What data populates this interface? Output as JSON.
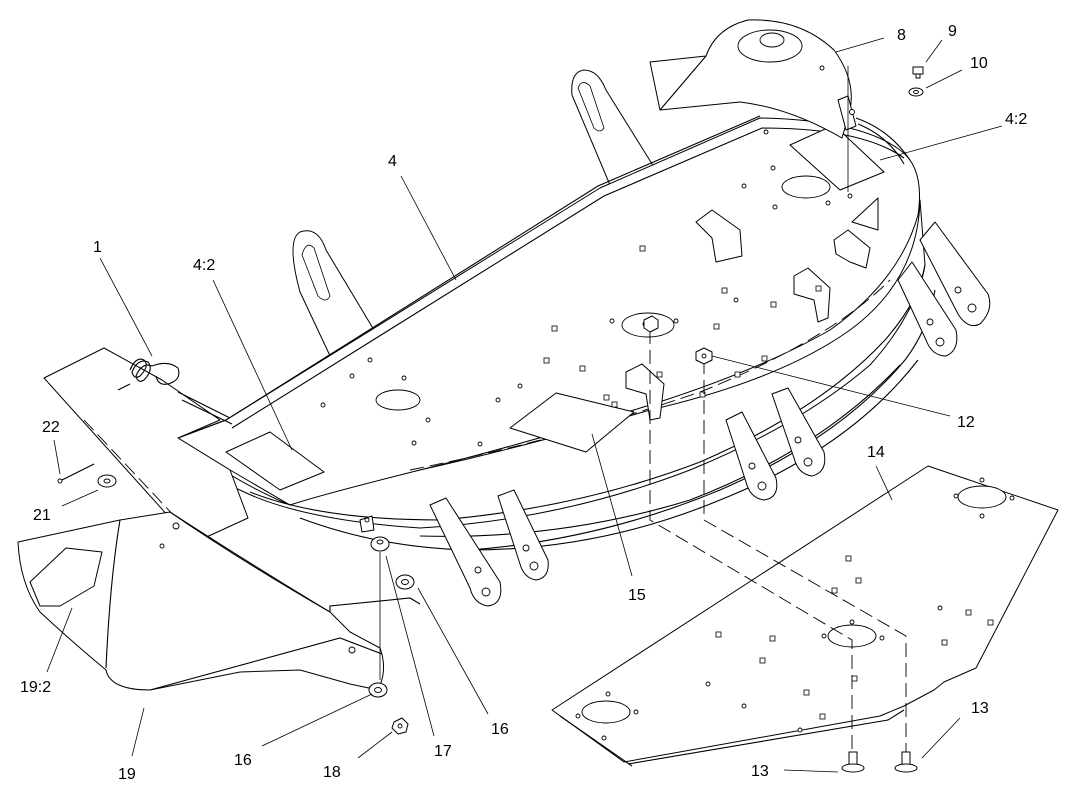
{
  "diagram": {
    "callouts": [
      {
        "id": "c1",
        "text": "1"
      },
      {
        "id": "c4",
        "text": "4"
      },
      {
        "id": "c4_2a",
        "text": "4:2"
      },
      {
        "id": "c4_2b",
        "text": "4:2"
      },
      {
        "id": "c8",
        "text": "8"
      },
      {
        "id": "c9",
        "text": "9"
      },
      {
        "id": "c10",
        "text": "10"
      },
      {
        "id": "c12",
        "text": "12"
      },
      {
        "id": "c13a",
        "text": "13"
      },
      {
        "id": "c13b",
        "text": "13"
      },
      {
        "id": "c14",
        "text": "14"
      },
      {
        "id": "c15",
        "text": "15"
      },
      {
        "id": "c16a",
        "text": "16"
      },
      {
        "id": "c16b",
        "text": "16"
      },
      {
        "id": "c17",
        "text": "17"
      },
      {
        "id": "c18",
        "text": "18"
      },
      {
        "id": "c19",
        "text": "19"
      },
      {
        "id": "c19_2",
        "text": "19:2"
      },
      {
        "id": "c21",
        "text": "21"
      },
      {
        "id": "c22",
        "text": "22"
      }
    ]
  }
}
